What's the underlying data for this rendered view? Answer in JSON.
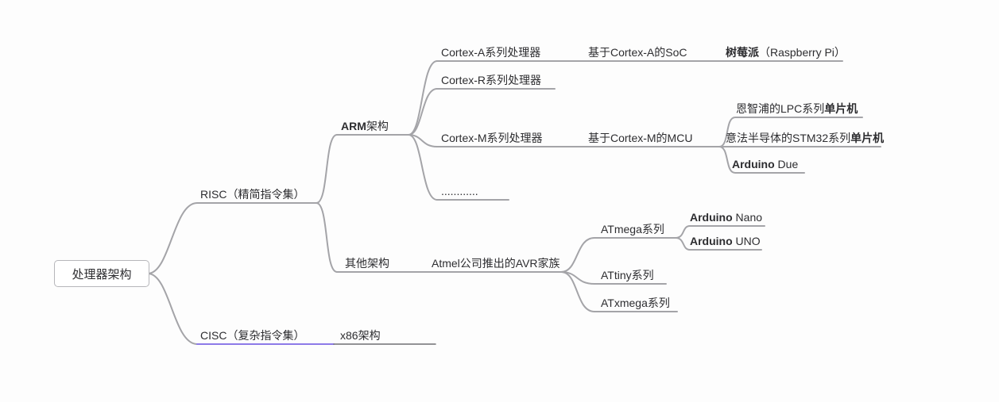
{
  "root": {
    "label": "处理器架构"
  },
  "nodes": {
    "risc": {
      "label": "RISC（精简指令集）"
    },
    "cisc": {
      "label": "CISC（复杂指令集）"
    },
    "x86": {
      "label": "x86架构"
    },
    "arm": {
      "bold": "ARM",
      "post": "架构"
    },
    "other_arch": {
      "label": "其他架构"
    },
    "cortex_a": {
      "label": "Cortex-A系列处理器"
    },
    "cortex_r": {
      "label": "Cortex-R系列处理器"
    },
    "cortex_m": {
      "label": "Cortex-M系列处理器"
    },
    "dots": {
      "label": "............"
    },
    "soc": {
      "label": "基于Cortex-A的SoC"
    },
    "raspi": {
      "bold": "树莓派",
      "post": "（Raspberry Pi）"
    },
    "mcu": {
      "label": "基于Cortex-M的MCU"
    },
    "lpc": {
      "pre": "恩智浦的LPC系列",
      "bold": "单片机"
    },
    "stm32": {
      "pre": "意法半导体的STM32系列",
      "bold": "单片机"
    },
    "arduino_due": {
      "bold": "Arduino",
      "post": " Due"
    },
    "avr": {
      "label": "Atmel公司推出的AVR家族"
    },
    "atmega": {
      "label": "ATmega系列"
    },
    "attiny": {
      "label": "ATtiny系列"
    },
    "atxmega": {
      "label": "ATxmega系列"
    },
    "arduino_nano": {
      "bold": "Arduino",
      "post": " Nano"
    },
    "arduino_uno": {
      "bold": "Arduino",
      "post": " UNO"
    }
  },
  "colors": {
    "line": "#a4a4a8",
    "accent_purple": "#8d7ae8",
    "x86_underline": "#6f6f73",
    "text": "#2d2d30",
    "root_border": "#b6b6ba"
  }
}
